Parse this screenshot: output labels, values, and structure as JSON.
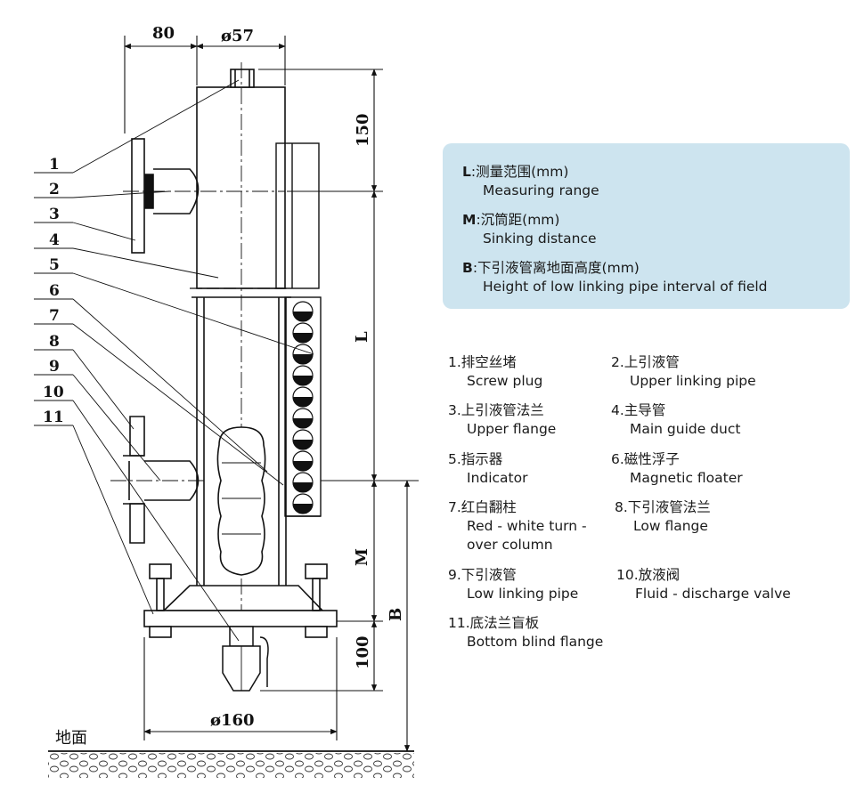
{
  "dimensions": {
    "width_80": "80",
    "diam_57": "ø57",
    "h_150": "150",
    "L": "L",
    "M": "M",
    "B": "B",
    "h_100": "100",
    "diam_160": "ø160"
  },
  "callout_numbers": [
    "1",
    "2",
    "3",
    "4",
    "5",
    "6",
    "7",
    "8",
    "9",
    "10",
    "11"
  ],
  "ground_label": "地面",
  "legend": [
    {
      "key": "L",
      "cn": ":测量范围(mm)",
      "en": "Measuring range"
    },
    {
      "key": "M",
      "cn": ":沉筒距(mm)",
      "en": "Sinking distance"
    },
    {
      "key": "B",
      "cn": ":下引液管离地面高度(mm)",
      "en": "Height of low linking pipe interval of field"
    }
  ],
  "parts": [
    {
      "cn": "1.排空丝堵",
      "en": "Screw plug"
    },
    {
      "cn": "2.上引液管",
      "en": "Upper linking pipe"
    },
    {
      "cn": "3.上引液管法兰",
      "en": "Upper flange"
    },
    {
      "cn": "4.主导管",
      "en": "Main guide duct"
    },
    {
      "cn": "5.指示器",
      "en": "Indicator"
    },
    {
      "cn": "6.磁性浮子",
      "en": "Magnetic floater"
    },
    {
      "cn": "7.红白翻柱",
      "en": "Red - white turn - over column"
    },
    {
      "cn": "8.下引液管法兰",
      "en": "Low flange"
    },
    {
      "cn": "9.下引液管",
      "en": "Low linking pipe"
    },
    {
      "cn": "10.放液阀",
      "en": "Fluid - discharge valve"
    },
    {
      "cn": "11.底法兰盲板",
      "en": "Bottom blind flange"
    }
  ],
  "colors": {
    "legend_bg": "#cde4ef",
    "ink": "#111111"
  }
}
